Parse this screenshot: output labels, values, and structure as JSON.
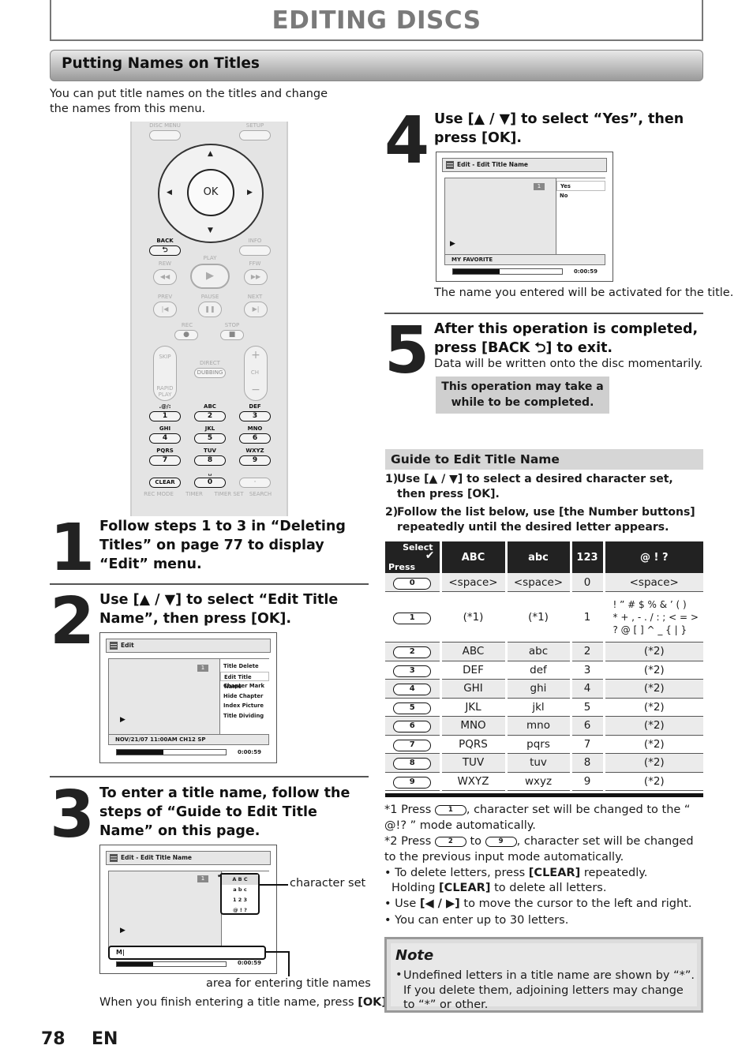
{
  "header": {
    "title": "EDITING DISCS"
  },
  "section": {
    "title": "Putting Names on Titles"
  },
  "intro": "You can put title names on the titles and change the names from this menu.",
  "remote": {
    "disc_menu": "DISC MENU",
    "setup": "SETUP",
    "ok": "OK",
    "back": "BACK",
    "info": "INFO",
    "rew": "REW",
    "play": "PLAY",
    "ffw": "FFW",
    "prev": "PREV",
    "pause": "PAUSE",
    "next": "NEXT",
    "rec": "REC",
    "stop": "STOP",
    "skip": "SKIP",
    "direct": "DIRECT",
    "dubbing": "DUBBING",
    "ch": "CH",
    "rapid_play": "RAPID PLAY",
    "keys": [
      {
        "top": ".@/:",
        "key": "1"
      },
      {
        "top": "ABC",
        "key": "2"
      },
      {
        "top": "DEF",
        "key": "3"
      },
      {
        "top": "GHI",
        "key": "4"
      },
      {
        "top": "JKL",
        "key": "5"
      },
      {
        "top": "MNO",
        "key": "6"
      },
      {
        "top": "PQRS",
        "key": "7"
      },
      {
        "top": "TUV",
        "key": "8"
      },
      {
        "top": "WXYZ",
        "key": "9"
      }
    ],
    "clear": "CLEAR",
    "zero": "0",
    "dot": "·",
    "rec_mode": "REC MODE",
    "timer": "TIMER",
    "timer_set": "TIMER SET",
    "search": "SEARCH"
  },
  "steps": {
    "s1": {
      "num": "1",
      "text": "Follow steps 1 to 3 in “Deleting Titles” on page 77 to display “Edit” menu."
    },
    "s2": {
      "num": "2",
      "text": "Use [▲ / ▼] to select “Edit Title Name”, then press [OK]."
    },
    "s3": {
      "num": "3",
      "text": "To enter a title name, follow the steps of “Guide to Edit Title Name” on this page.",
      "label_charset": "character set",
      "label_area": "area for entering title names",
      "finish_pre": "When you finish entering a title name, press ",
      "finish_key": "[OK]",
      "finish_post": "."
    },
    "s4": {
      "num": "4",
      "text": "Use [▲ / ▼] to select “Yes”, then press [OK].",
      "caption": "The name you entered will be activated for the title."
    },
    "s5": {
      "num": "5",
      "text": "After this operation is completed, press [BACK ⮌] to exit.",
      "sub": "Data will be written onto the disc momentarily.",
      "note": "This operation may take a while to be completed."
    }
  },
  "screen2": {
    "title": "Edit",
    "badge": "1",
    "menu": [
      "Title Delete",
      "Edit Title Name",
      "Chapter Mark",
      "Hide Chapter",
      "Index Picture",
      "Title Dividing"
    ],
    "info": "NOV/21/07 11:00AM CH12 SP",
    "time": "0:00:59",
    "progress": 0.43
  },
  "screen3": {
    "title": "Edit - Edit Title Name",
    "badge": "1",
    "charset": [
      "A B C",
      "a b c",
      "1 2 3",
      "@ ! ?"
    ],
    "entry": "M|",
    "time": "0:00:59",
    "progress": 0.33
  },
  "screen4": {
    "title": "Edit - Edit Title Name",
    "badge": "1",
    "options": [
      "Yes",
      "No"
    ],
    "info": "MY FAVORITE",
    "time": "0:00:59",
    "progress": 0.43
  },
  "guide": {
    "title": "Guide to Edit Title Name",
    "item1_num": "1)",
    "item1": "Use [▲ / ▼] to select a desired character set, then press [OK].",
    "item2_num": "2)",
    "item2": "Follow the list below, use [the Number buttons] repeatedly until the desired letter appears.",
    "table": {
      "corner_select": "Select",
      "corner_press": "Press",
      "headers": [
        "ABC",
        "abc",
        "123",
        "@ ! ?"
      ],
      "rows": [
        {
          "key": "0",
          "c1": "<space>",
          "c2": "<space>",
          "c3": "0",
          "c4": "<space>"
        },
        {
          "key": "1",
          "c1": "(*1)",
          "c2": "(*1)",
          "c3": "1",
          "c4": "! ” # $ % & ’ ( )\n* + , - . / : ; < = >\n? @ [ ] ^ _ { | }"
        },
        {
          "key": "2",
          "c1": "ABC",
          "c2": "abc",
          "c3": "2",
          "c4": "(*2)"
        },
        {
          "key": "3",
          "c1": "DEF",
          "c2": "def",
          "c3": "3",
          "c4": "(*2)"
        },
        {
          "key": "4",
          "c1": "GHI",
          "c2": "ghi",
          "c3": "4",
          "c4": "(*2)"
        },
        {
          "key": "5",
          "c1": "JKL",
          "c2": "jkl",
          "c3": "5",
          "c4": "(*2)"
        },
        {
          "key": "6",
          "c1": "MNO",
          "c2": "mno",
          "c3": "6",
          "c4": "(*2)"
        },
        {
          "key": "7",
          "c1": "PQRS",
          "c2": "pqrs",
          "c3": "7",
          "c4": "(*2)"
        },
        {
          "key": "8",
          "c1": "TUV",
          "c2": "tuv",
          "c3": "8",
          "c4": "(*2)"
        },
        {
          "key": "9",
          "c1": "WXYZ",
          "c2": "wxyz",
          "c3": "9",
          "c4": "(*2)"
        }
      ]
    },
    "fn1_pre": "*1 Press ",
    "fn1_key": "1",
    "fn1_post": ", character set will be changed to the “ @!? ” mode automatically.",
    "fn2_pre": "*2 Press ",
    "fn2_key_a": "2",
    "fn2_mid": " to ",
    "fn2_key_b": "9",
    "fn2_post": ", character set will be changed to the previous input mode automatically.",
    "b1_pre": "• To delete letters, press ",
    "b1_key": "[CLEAR]",
    "b1_post": " repeatedly.",
    "b1b_pre": "Holding ",
    "b1b_key": "[CLEAR]",
    "b1b_post": " to delete all letters.",
    "b2_pre": "• Use ",
    "b2_key": "[◀ / ▶]",
    "b2_post": " to move the cursor to the left and right.",
    "b3": "• You can enter up to 30 letters."
  },
  "note": {
    "title": "Note",
    "text": "Undefined letters in a title name are shown by “*”. If you delete them, adjoining letters may change to “*” or other."
  },
  "footer": {
    "page": "78",
    "lang": "EN"
  }
}
